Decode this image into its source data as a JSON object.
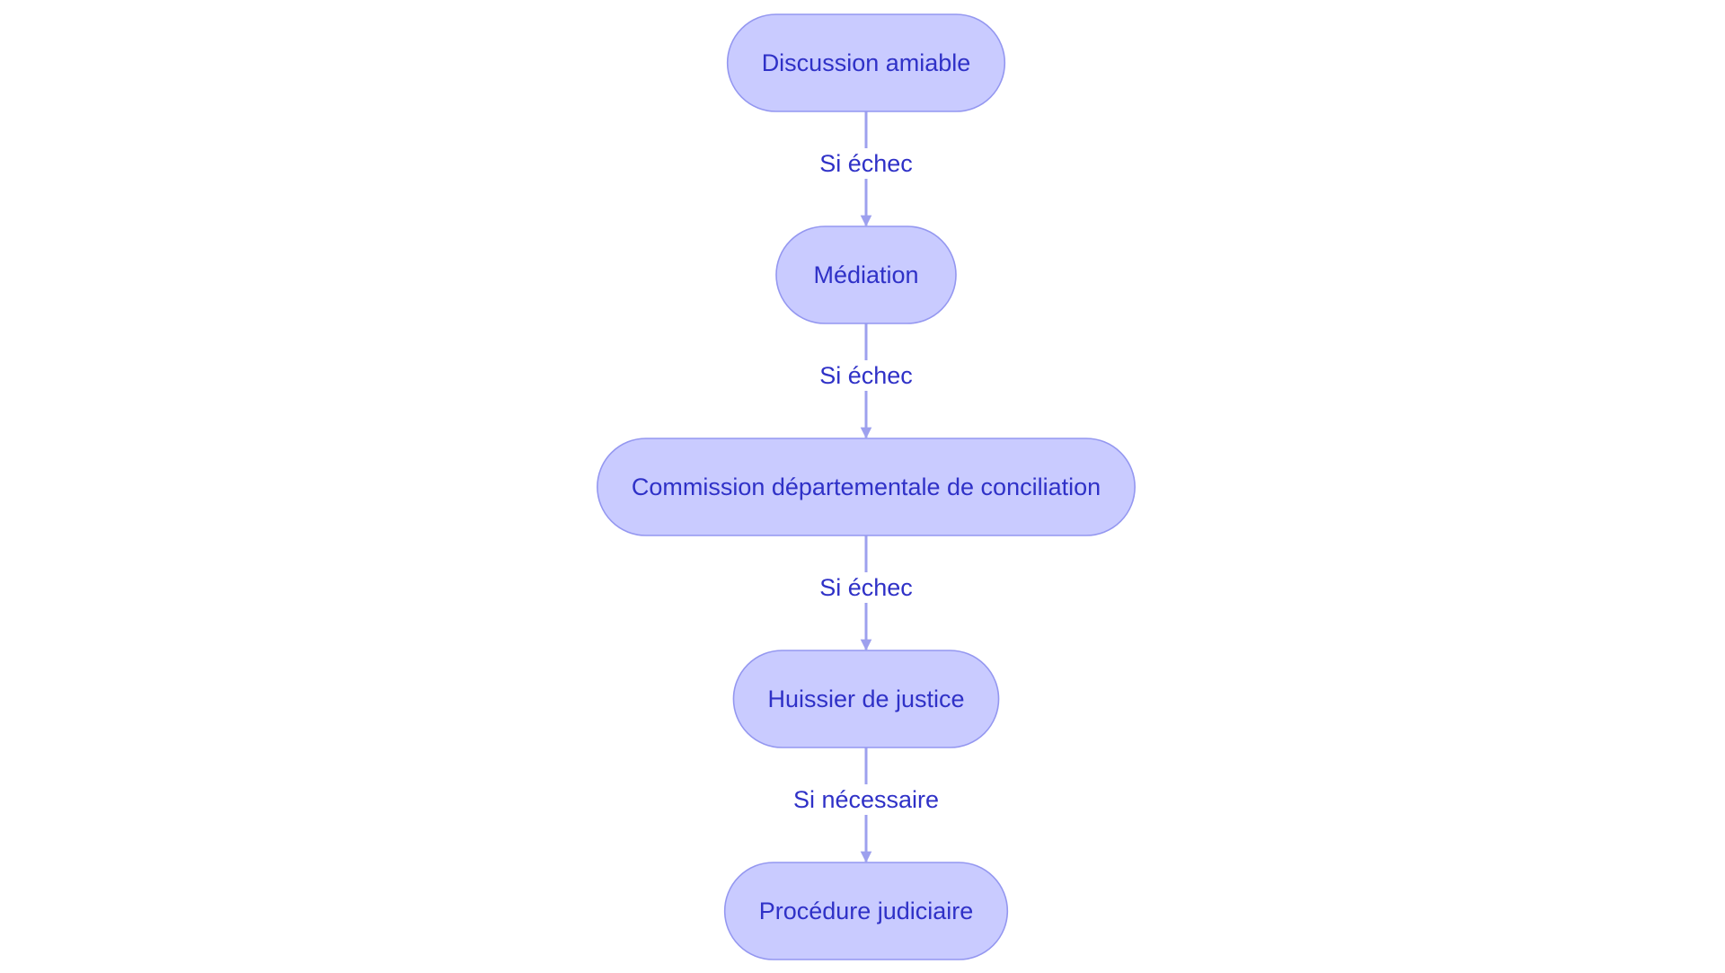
{
  "flowchart": {
    "colors": {
      "node_fill": "#C9CBFF",
      "node_stroke": "#9497F0",
      "text": "#2F31C7",
      "edge": "#9DA0EE"
    },
    "nodes": [
      {
        "id": "discussion",
        "label": "Discussion amiable"
      },
      {
        "id": "mediation",
        "label": "Médiation"
      },
      {
        "id": "commission",
        "label": "Commission départementale de conciliation"
      },
      {
        "id": "huissier",
        "label": "Huissier de justice"
      },
      {
        "id": "procedure",
        "label": "Procédure judiciaire"
      }
    ],
    "edges": [
      {
        "from": "discussion",
        "to": "mediation",
        "label": "Si échec"
      },
      {
        "from": "mediation",
        "to": "commission",
        "label": "Si échec"
      },
      {
        "from": "commission",
        "to": "huissier",
        "label": "Si échec"
      },
      {
        "from": "huissier",
        "to": "procedure",
        "label": "Si nécessaire"
      }
    ]
  }
}
